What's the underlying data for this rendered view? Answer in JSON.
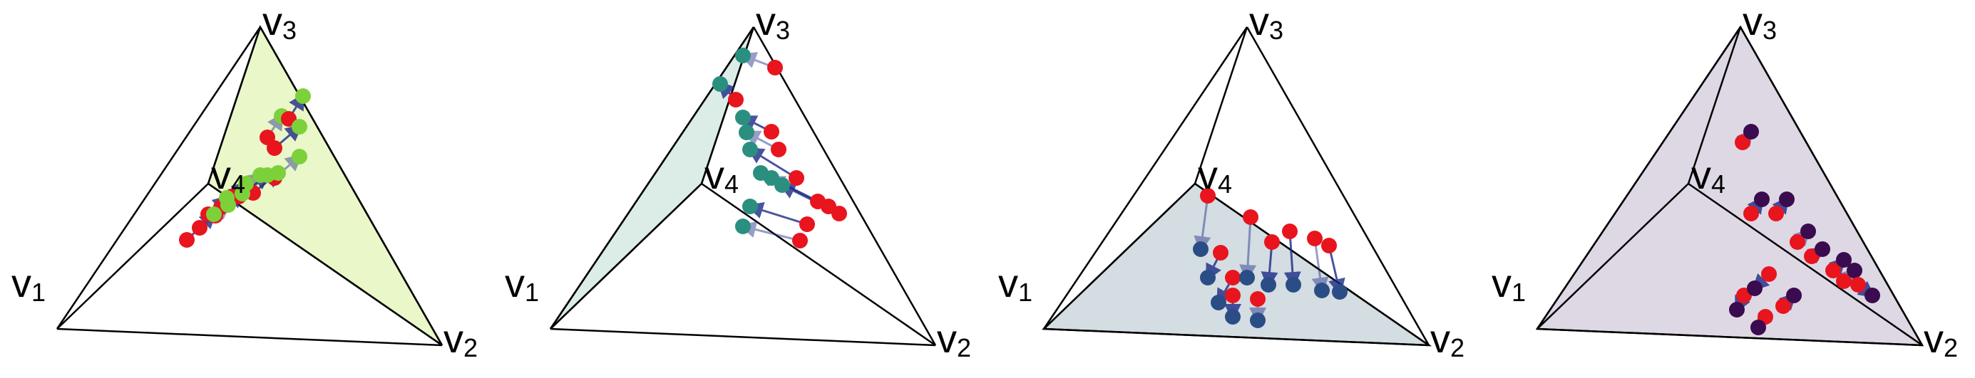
{
  "vertex_labels": {
    "v1": {
      "base": "v",
      "sub": "1"
    },
    "v2": {
      "base": "v",
      "sub": "2"
    },
    "v3": {
      "base": "v",
      "sub": "3"
    },
    "v4": {
      "base": "v",
      "sub": "4"
    }
  },
  "panels": [
    {
      "id": "panel-1",
      "face_color": "#eaf7c8",
      "point_color": "#7cd13a"
    },
    {
      "id": "panel-2",
      "face_color": "#dcece6",
      "point_color": "#2a8f7f"
    },
    {
      "id": "panel-3",
      "face_color": "#d3dde2",
      "point_color": "#2b4d86"
    },
    {
      "id": "panel-4",
      "face_color": "#ded8e4",
      "point_color": "#3a0b4e"
    }
  ],
  "colors": {
    "source_point": "#e8141e",
    "arrow": "#1c2a86",
    "edge": "#000000"
  }
}
